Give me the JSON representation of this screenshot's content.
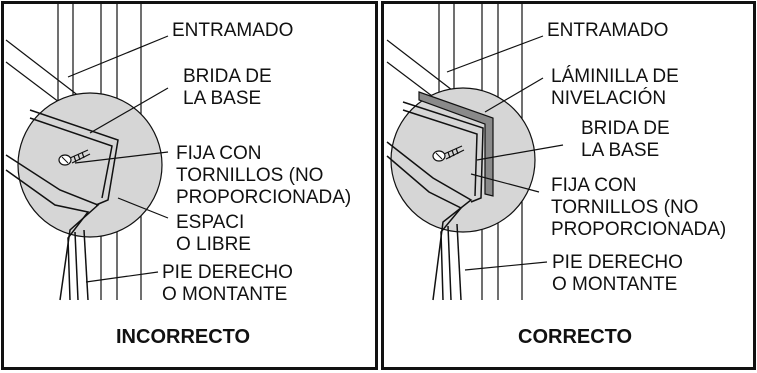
{
  "panels": [
    {
      "caption": "INCORRECTO",
      "labels": {
        "entramado": "ENTRAMADO",
        "brida_1": "BRIDA DE",
        "brida_2": "LA BASE",
        "fija_1": "FIJA CON",
        "fija_2": "TORNILLOS (NO",
        "fija_3": "PROPORCIONADA)",
        "espacio_1": "ESPACI",
        "espacio_2": "O LIBRE",
        "pie_1": "PIE DERECHO",
        "pie_2": "O MONTANTE"
      }
    },
    {
      "caption": "CORRECTO",
      "labels": {
        "entramado": "ENTRAMADO",
        "laminilla_1": "LÁMINILLA DE",
        "laminilla_2": "NIVELACIÓN",
        "brida_1": "BRIDA DE",
        "brida_2": "LA BASE",
        "fija_1": "FIJA CON",
        "fija_2": "TORNILLOS (NO",
        "fija_3": "PROPORCIONADA)",
        "pie_1": "PIE DERECHO",
        "pie_2": "O MONTANTE"
      }
    }
  ],
  "colors": {
    "circle_fill": "#d6d6d6",
    "line": "#111111",
    "shim": "#8a8a8a"
  },
  "icons": [
    "screw-icon"
  ]
}
